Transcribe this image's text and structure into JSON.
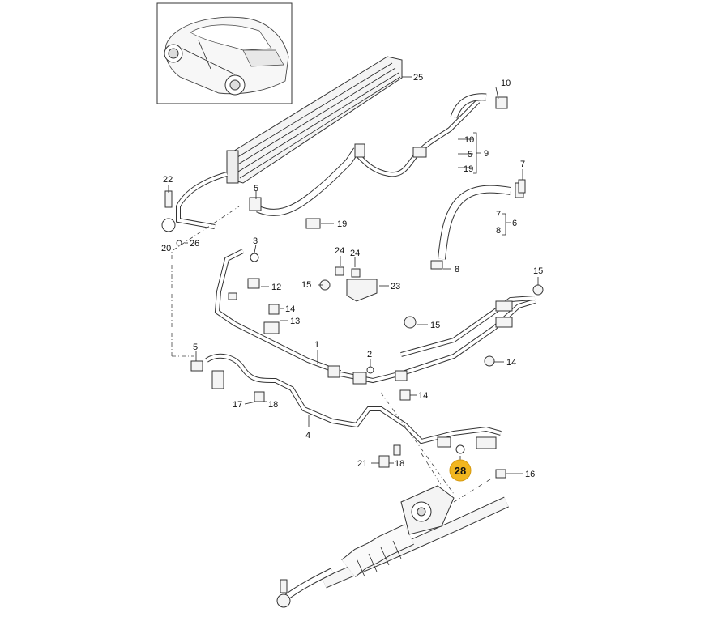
{
  "diagram": {
    "callouts": {
      "c1": "1",
      "c2": "2",
      "c3": "3",
      "c4": "4",
      "c5a": "5",
      "c5b": "5",
      "c5c": "5",
      "c6": "6",
      "c7a": "7",
      "c7b": "7",
      "c8a": "8",
      "c8b": "8",
      "c9": "9",
      "c10a": "10",
      "c10b": "10",
      "c12": "12",
      "c13": "13",
      "c14a": "14",
      "c14b": "14",
      "c14c": "14",
      "c15a": "15",
      "c15b": "15",
      "c15c": "15",
      "c16": "16",
      "c17": "17",
      "c18a": "18",
      "c18b": "18",
      "c19a": "19",
      "c19b": "19",
      "c20": "20",
      "c21": "21",
      "c22": "22",
      "c23": "23",
      "c24a": "24",
      "c24b": "24",
      "c25": "25",
      "c26": "26",
      "c28": "28"
    },
    "highlight_color": "#f2b61f"
  }
}
